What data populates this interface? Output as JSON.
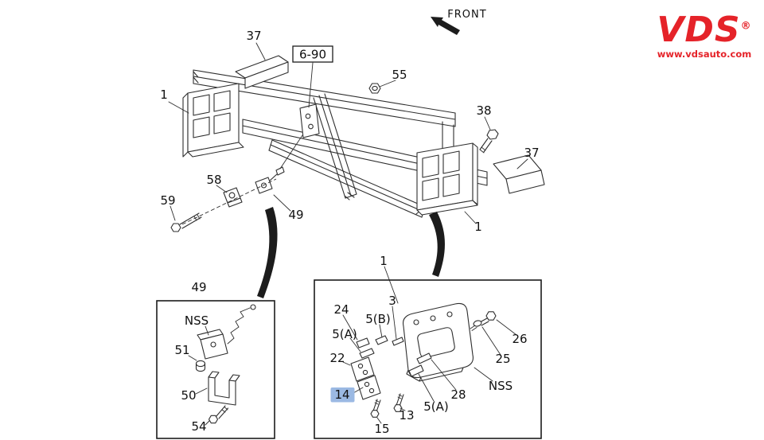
{
  "logo": {
    "name": "VDS",
    "reg": "®",
    "website": "www.vdsauto.com",
    "brand_color": "#e52329"
  },
  "orientation": {
    "front_label": "FRONT"
  },
  "reference": {
    "section_box": "6-90"
  },
  "main_callouts": {
    "c37_top": "37",
    "c1_left": "1",
    "c55": "55",
    "c38": "38",
    "c37_right": "37",
    "c58": "58",
    "c59": "59",
    "c49": "49",
    "c1_right": "1",
    "c1_inset": "1"
  },
  "left_inset": {
    "title": "49",
    "nss_label": "NSS",
    "c51": "51",
    "c50": "50",
    "c54": "54"
  },
  "right_inset": {
    "c24": "24",
    "c5b": "5(B)",
    "c3": "3",
    "c5a_upper": "5(A)",
    "c22": "22",
    "c14": "14",
    "c15": "15",
    "c13": "13",
    "c5a_lower": "5(A)",
    "c28": "28",
    "nss_label": "NSS",
    "c25": "25",
    "c26": "26",
    "highlight_color": "#9bb9e3"
  }
}
